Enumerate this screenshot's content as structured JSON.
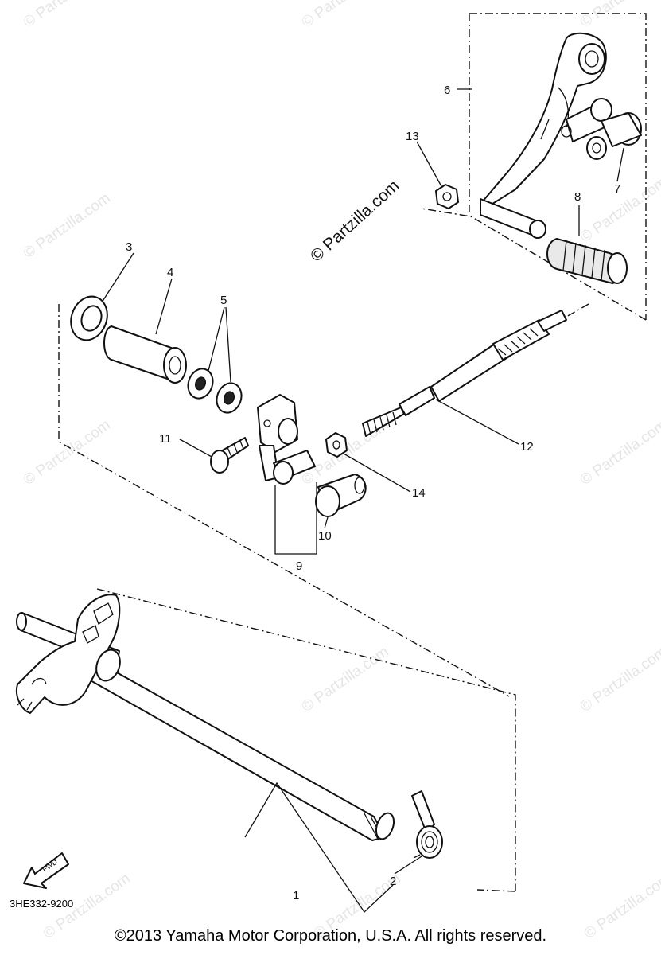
{
  "diagram": {
    "watermark_center": "© Partzilla.com",
    "watermark_tile": "© Partzilla.com",
    "callouts": {
      "c1": "1",
      "c2": "2",
      "c3": "3",
      "c4": "4",
      "c5": "5",
      "c6": "6",
      "c7": "7",
      "c8": "8",
      "c9": "9",
      "c10": "10",
      "c11": "11",
      "c12": "12",
      "c13": "13",
      "c14": "14"
    },
    "fwd_label": "FWD",
    "diagram_code": "3HE332-9200"
  },
  "footer": {
    "copyright": "©2013 Yamaha Motor Corporation, U.S.A. All rights reserved."
  }
}
